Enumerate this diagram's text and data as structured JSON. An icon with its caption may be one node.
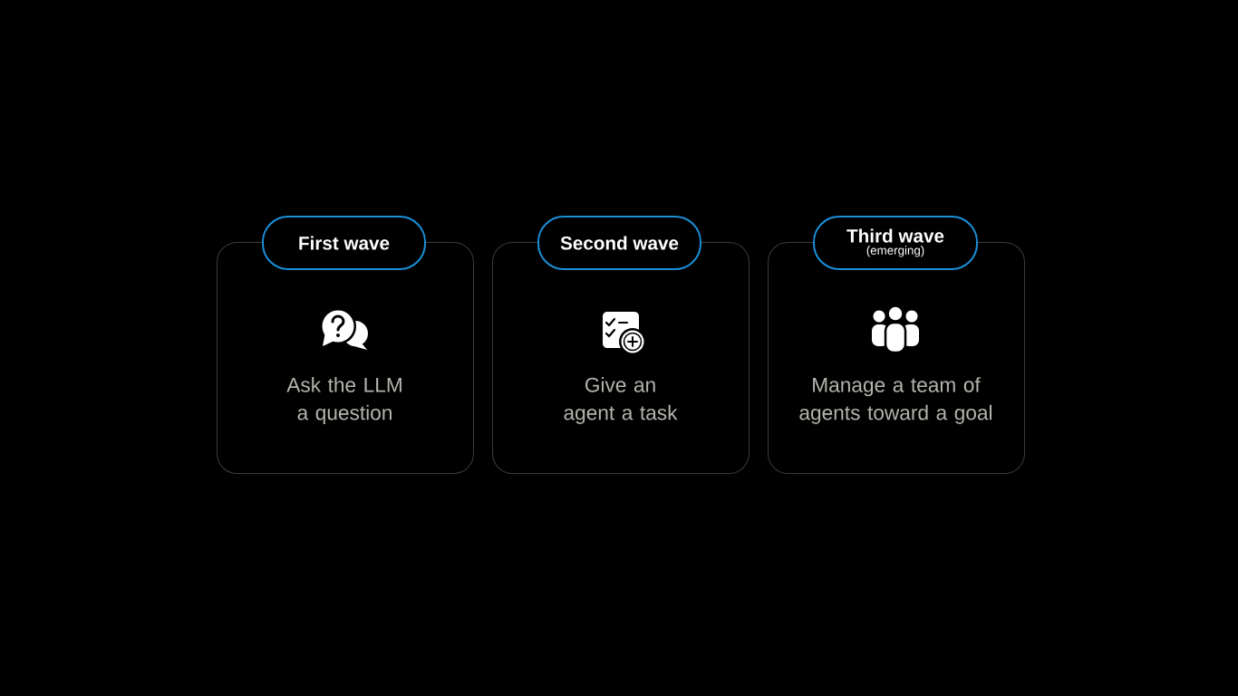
{
  "diagram": {
    "nodes": [
      {
        "text": [
          "First wave"
        ]
      },
      {
        "text": [
          "Ask the LLM a question"
        ]
      },
      {
        "text": [
          "Second wave"
        ]
      },
      {
        "text": [
          "Give an agent a task"
        ]
      },
      {
        "text": [
          "Third wave",
          "(emerging)"
        ]
      },
      {
        "text": [
          "Manage a team of agents toward a goal"
        ]
      }
    ]
  }
}
